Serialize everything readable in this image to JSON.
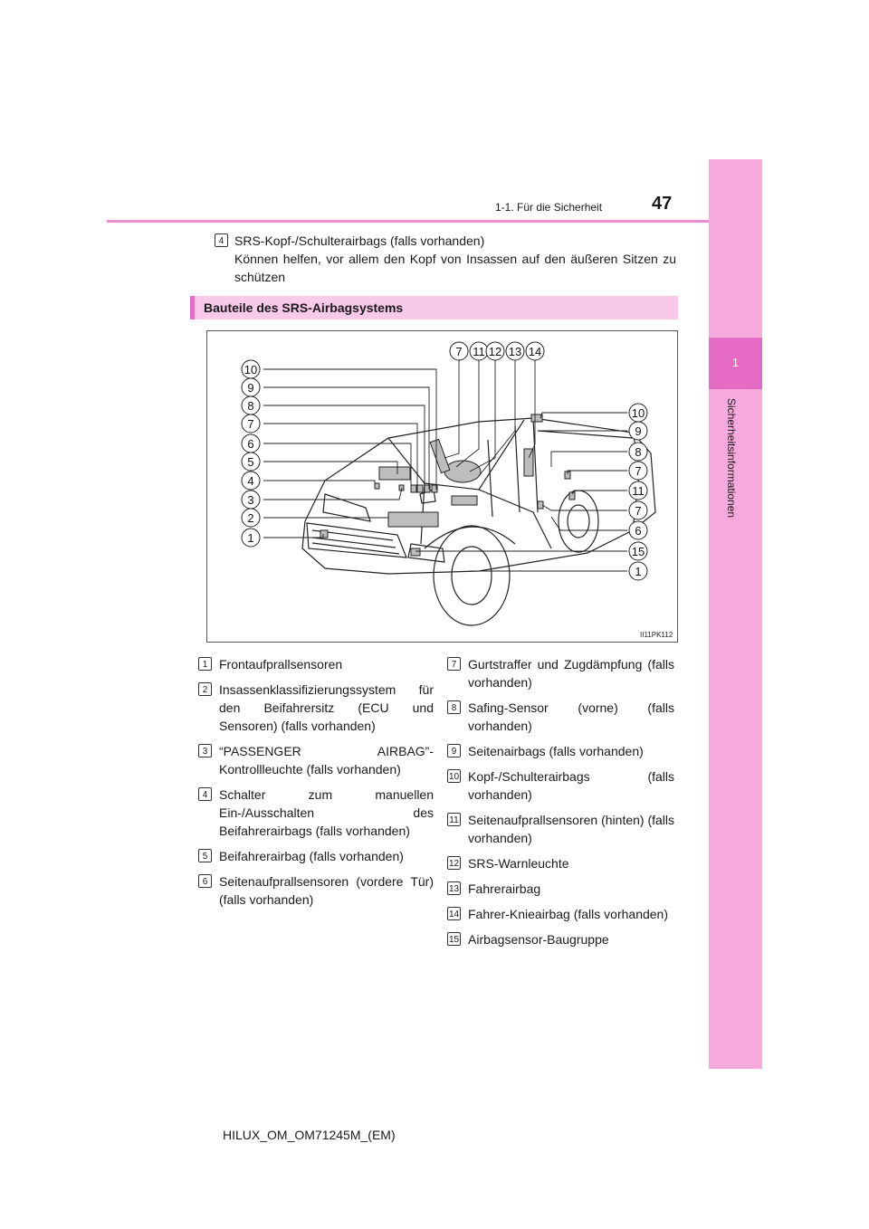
{
  "header": {
    "section": "1-1. Für die Sicherheit",
    "page_number": "47"
  },
  "sidebar": {
    "chapter_number": "1",
    "chapter_title": "Sicherheitsinformationen"
  },
  "intro": {
    "marker": "4",
    "line1": "SRS-Kopf-/Schulterairbags (falls vorhanden)",
    "line2": "Können helfen, vor allem den Kopf von Insassen auf den äußeren Sitzen zu schützen"
  },
  "subheader": "Bauteile des SRS-Airbagsystems",
  "figure": {
    "code": "II11PK112",
    "left_callouts": [
      "10",
      "9",
      "8",
      "7",
      "6",
      "5",
      "4",
      "3",
      "2",
      "1"
    ],
    "top_callouts": [
      "7",
      "11",
      "12",
      "13",
      "14"
    ],
    "right_callouts": [
      "10",
      "9",
      "8",
      "7",
      "11",
      "7",
      "6",
      "15",
      "1"
    ]
  },
  "legend_left": [
    {
      "num": "1",
      "text": "Frontaufprallsensoren"
    },
    {
      "num": "2",
      "text": "Insassenklassifizierungssystem für den Beifahrersitz (ECU und Sensoren) (falls vorhanden)"
    },
    {
      "num": "3",
      "text": "“PASSENGER AIRBAG”-Kontrollleuchte (falls vorhanden)"
    },
    {
      "num": "4",
      "text": "Schalter zum manuellen Ein-/Ausschalten des Beifahrerairbags (falls vorhanden)"
    },
    {
      "num": "5",
      "text": "Beifahrerairbag (falls vorhanden)"
    },
    {
      "num": "6",
      "text": "Seitenaufprallsensoren (vordere Tür) (falls vorhanden)"
    }
  ],
  "legend_right": [
    {
      "num": "7",
      "text": "Gurtstraffer und Zugdämpfung (falls vorhanden)"
    },
    {
      "num": "8",
      "text": "Safing-Sensor (vorne) (falls vorhanden)"
    },
    {
      "num": "9",
      "text": "Seitenairbags (falls vorhanden)"
    },
    {
      "num": "10",
      "text": "Kopf-/Schulterairbags (falls vorhanden)"
    },
    {
      "num": "11",
      "text": "Seitenaufprallsensoren (hinten) (falls vorhanden)"
    },
    {
      "num": "12",
      "text": "SRS-Warnleuchte"
    },
    {
      "num": "13",
      "text": "Fahrerairbag"
    },
    {
      "num": "14",
      "text": "Fahrer-Knieairbag (falls vorhanden)"
    },
    {
      "num": "15",
      "text": "Airbagsensor-Baugruppe"
    }
  ],
  "footer": "HILUX_OM_OM71245M_(EM)"
}
